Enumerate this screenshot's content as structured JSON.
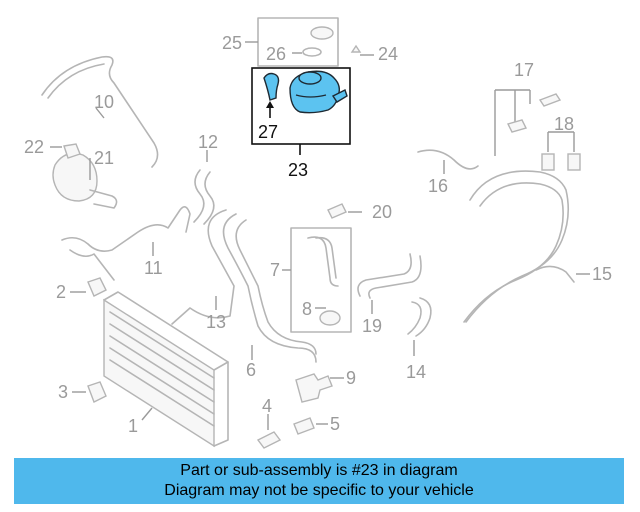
{
  "labels": {
    "p1": "1",
    "p2": "2",
    "p3": "3",
    "p4": "4",
    "p5": "5",
    "p6": "6",
    "p7": "7",
    "p8": "8",
    "p9": "9",
    "p10": "10",
    "p11": "11",
    "p12": "12",
    "p13": "13",
    "p14": "14",
    "p15": "15",
    "p16": "16",
    "p17": "17",
    "p18": "18",
    "p19": "19",
    "p20": "20",
    "p21": "21",
    "p22": "22",
    "p23": "23",
    "p24": "24",
    "p25": "25",
    "p26": "26",
    "p27": "27"
  },
  "banner": {
    "line1": "Part or sub-assembly is #23 in diagram",
    "line2": "Diagram may not be specific to your vehicle"
  },
  "colors": {
    "highlight": "#5cc3f0",
    "banner": "#4fb8ec",
    "part_gray": "#b5b5b5"
  }
}
